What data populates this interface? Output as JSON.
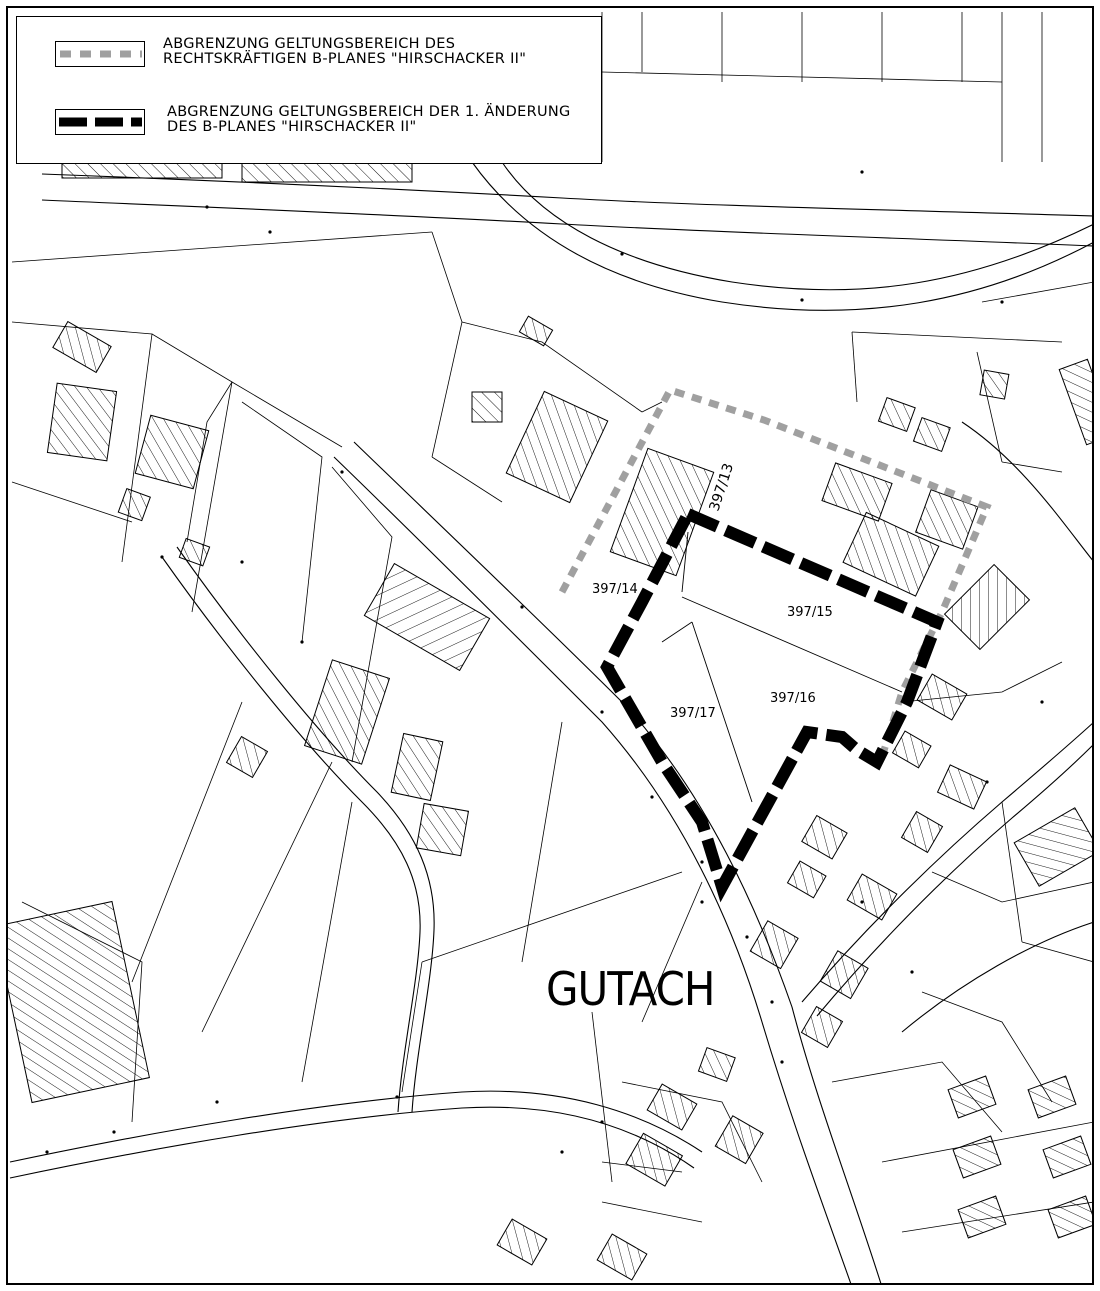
{
  "legend": {
    "items": [
      {
        "line1": "ABGRENZUNG GELTUNGSBEREICH DES",
        "line2": "RECHTSKRÄFTIGEN B-PLANES \"HIRSCHACKER II\"",
        "style": "gray-dashed",
        "color": "#a0a0a0"
      },
      {
        "line1": "ABGRENZUNG GELTUNGSBEREICH DER 1. ÄNDERUNG",
        "line2": "DES B-PLANES \"HIRSCHACKER II\"",
        "style": "black-dashed",
        "color": "#000000"
      }
    ]
  },
  "map": {
    "place_name": "GUTACH",
    "parcels": {
      "p397_13": "397/13",
      "p397_14": "397/14",
      "p397_15": "397/15",
      "p397_16": "397/16",
      "p397_17": "397/17"
    }
  }
}
